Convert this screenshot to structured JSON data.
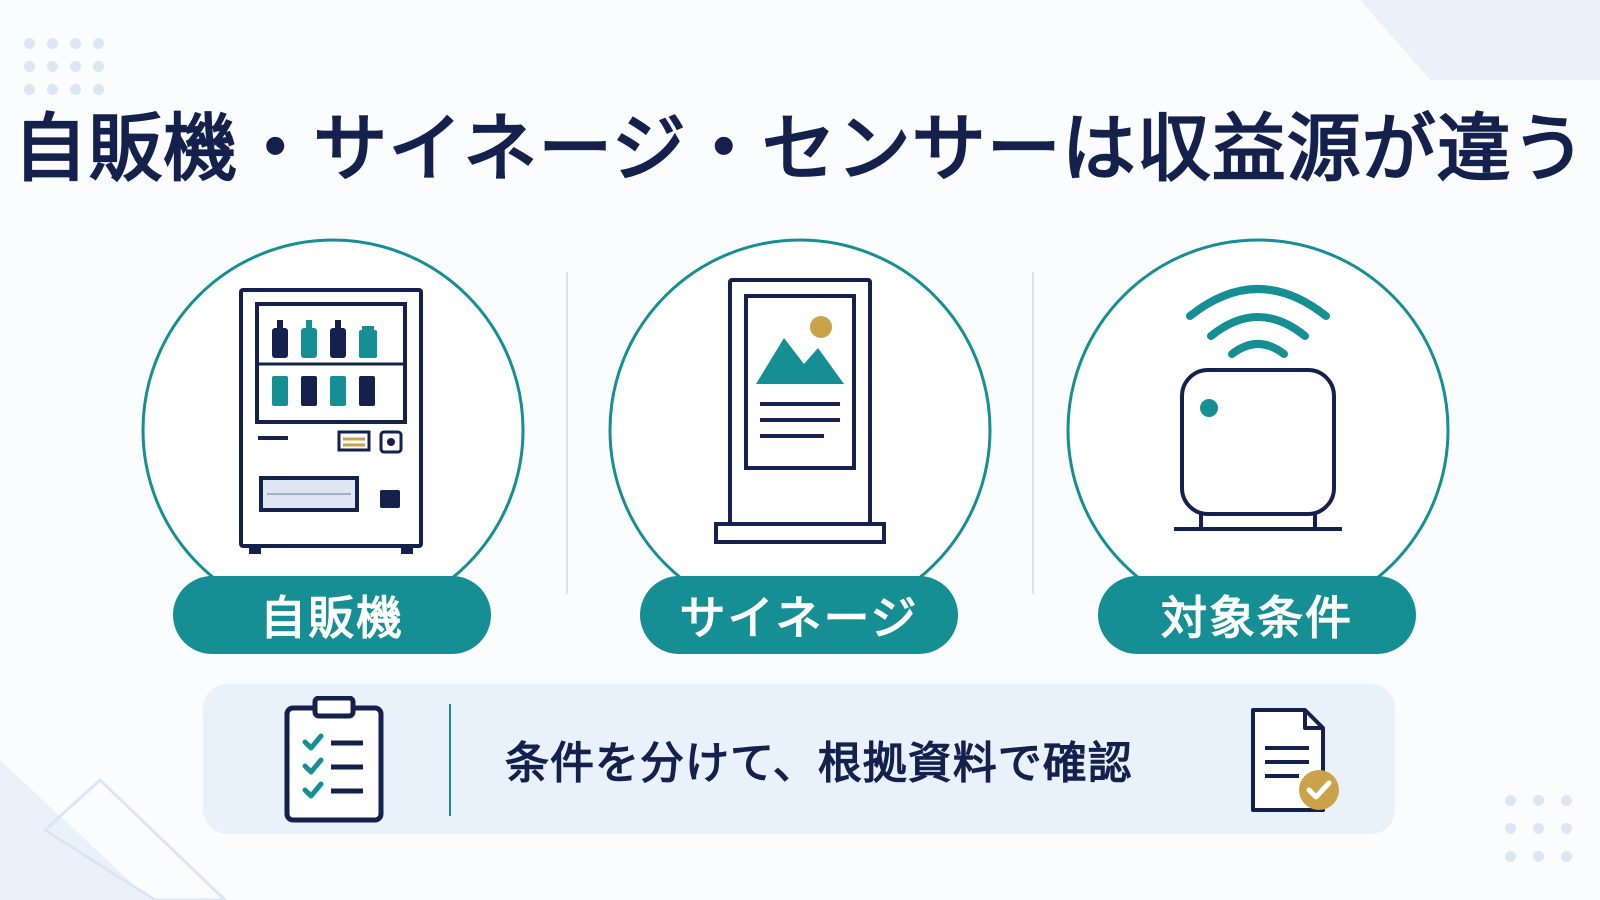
{
  "title": "自販機・サイネージ・センサーは収益源が違う",
  "categories": [
    {
      "id": "vending",
      "label": "自販機",
      "icon": "vending-machine-icon"
    },
    {
      "id": "signage",
      "label": "サイネージ",
      "icon": "digital-signage-icon"
    },
    {
      "id": "sensor",
      "label": "対象条件",
      "icon": "wireless-sensor-icon"
    }
  ],
  "bottom_message": "条件を分けて、根拠資料で確認",
  "bottom_icons": [
    "clipboard-checklist-icon",
    "document-check-icon"
  ],
  "colors": {
    "navy": "#14214d",
    "teal": "#168f94",
    "gold": "#c9a24a",
    "panel": "#e9f1fb"
  }
}
